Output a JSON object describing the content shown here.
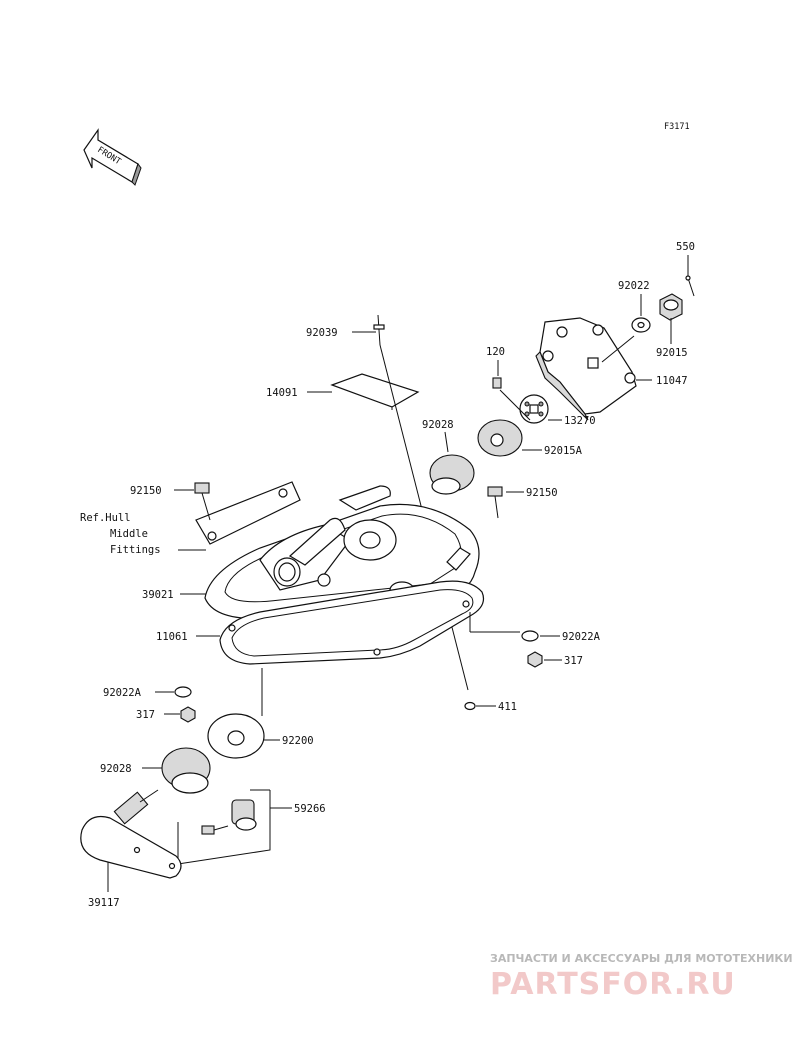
{
  "diagram_code": "F3171",
  "front_arrow_text": "FRONT",
  "labels": {
    "p550": "550",
    "p92022_top": "92022",
    "p92015": "92015",
    "p11047": "11047",
    "p13270": "13270",
    "p120": "120",
    "p92039": "92039",
    "p14091": "14091",
    "p92028_top": "92028",
    "p92015A": "92015A",
    "p92150_left": "92150",
    "p92150_right": "92150",
    "ref_line1": "Ref.Hull",
    "ref_line2": "Middle",
    "ref_line3": "Fittings",
    "p39021": "39021",
    "p11061": "11061",
    "p92022A_right": "92022A",
    "p317_right": "317",
    "p92022A_left": "92022A",
    "p317_left": "317",
    "p411": "411",
    "p92200": "92200",
    "p92028_bottom": "92028",
    "p59266": "59266",
    "p39117": "39117"
  },
  "watermark": {
    "line1": "ЗАПЧАСТИ И АКСЕССУАРЫ ДЛЯ МОТОТЕХНИКИ",
    "line2": "PARTSFOR.RU"
  }
}
